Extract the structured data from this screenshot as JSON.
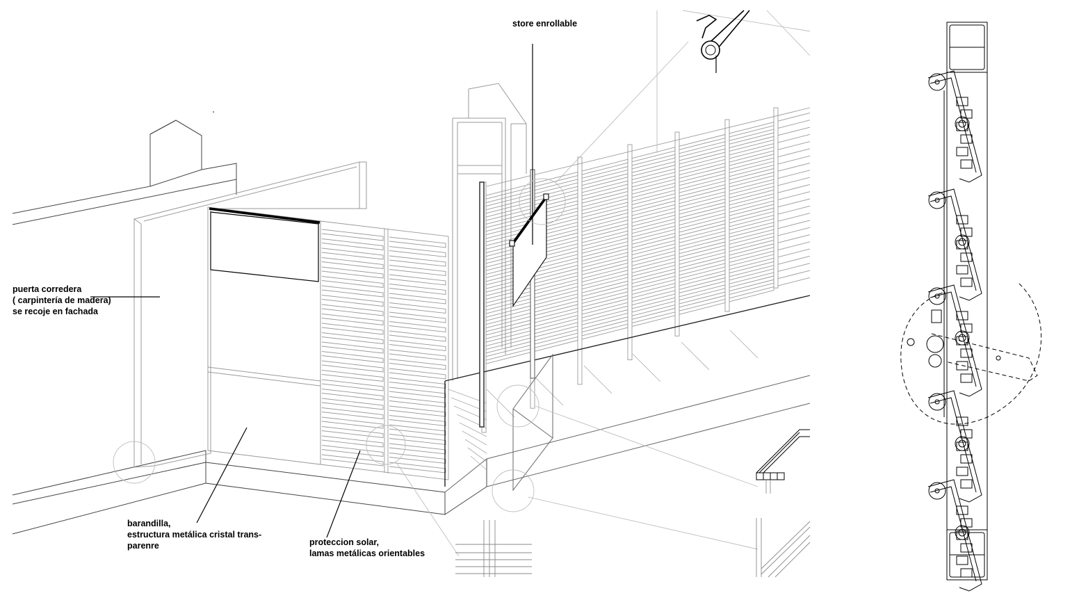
{
  "labels": {
    "store": [
      "store enrollable"
    ],
    "puerta": [
      "puerta corredera",
      "( carpintería de madera)",
      "se recoje en fachada"
    ],
    "barandilla": [
      "barandilla,",
      "estructura metálica cristal trans-",
      "parenre"
    ],
    "proteccion": [
      "proteccion solar,",
      "lamas metálicas orientables"
    ]
  },
  "colors": {
    "ink": "#000000",
    "line": "#8a8a8a",
    "faint": "#bdbdbd",
    "background": "#ffffff"
  }
}
